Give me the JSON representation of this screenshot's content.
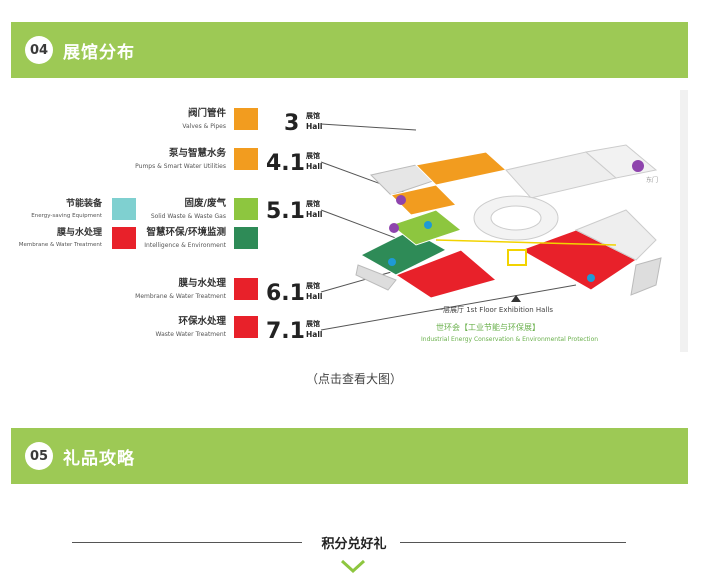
{
  "section4": {
    "number": "04",
    "title": "展馆分布"
  },
  "section5": {
    "number": "05",
    "title": "礼品攻略"
  },
  "caption": "（点击查看大图）",
  "gift": {
    "title": "积分兑好礼"
  },
  "halls": [
    {
      "zh": "阀门管件",
      "en": "Valves & Pipes",
      "hall": "3",
      "color": "#f29c1f"
    },
    {
      "zh": "泵与智慧水务",
      "en": "Pumps & Smart Water Utilities",
      "hall": "4.1",
      "color": "#f29c1f"
    },
    {
      "zh": "固废/废气",
      "en": "Solid Waste & Waste Gas",
      "hall": "5.1",
      "color": "#8dc63f"
    },
    {
      "zh": "智慧环保/环境监测",
      "en": "Intelligence & Environment",
      "hall": "5.1",
      "color": "#2e8b57"
    },
    {
      "zh": "膜与水处理",
      "en": "Membrane & Water Treatment",
      "hall": "6.1",
      "color": "#e8212a"
    },
    {
      "zh": "环保水处理",
      "en": "Waste Water Treatment",
      "hall": "7.1",
      "color": "#e8212a"
    }
  ],
  "left_labels": [
    {
      "zh": "节能装备",
      "en": "Energy-saving Equipment",
      "color": "#7fd0d0"
    },
    {
      "zh": "膜与水处理",
      "en": "Membrane & Water Treatment",
      "color": "#e8212a"
    }
  ],
  "hall_word_zh": "展馆",
  "hall_word_en": "Hall",
  "floor_note": "一层展厅 1st Floor Exhibition Halls",
  "expo_zh": "世环会【工业节能与环保展】",
  "expo_en": "Industrial Energy Conservation & Environmental Protection",
  "gate_label": "东门"
}
